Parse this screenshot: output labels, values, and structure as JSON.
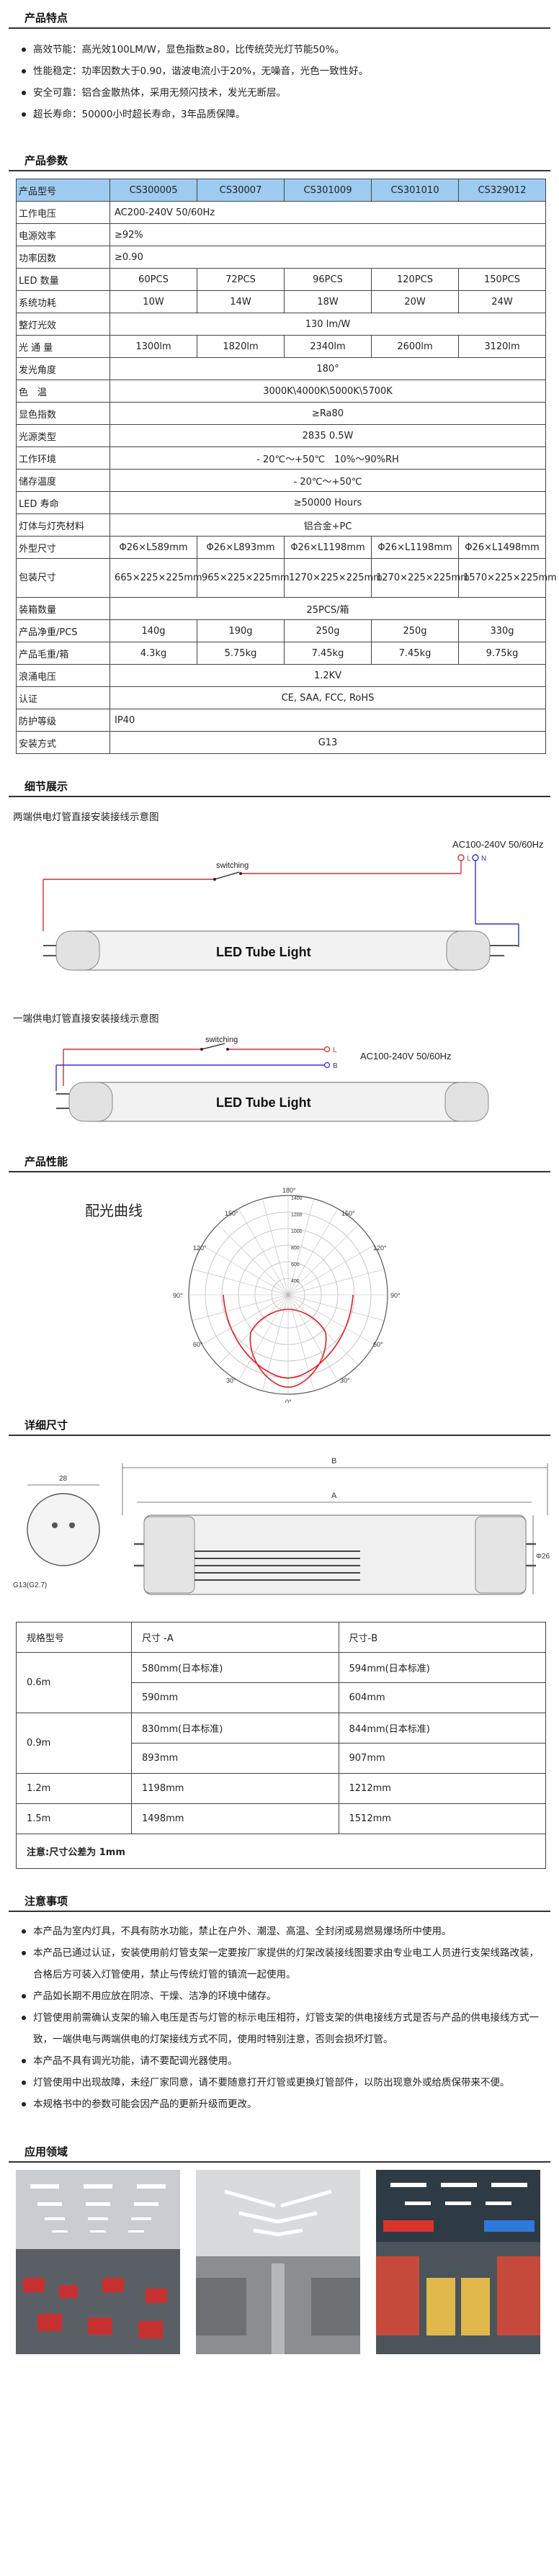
{
  "features": {
    "title": "产品特点",
    "items": [
      "高效节能：高光效100LM/W，显色指数≥80，比传统荧光灯节能50%。",
      "性能稳定：功率因数大于0.90，谐波电流小于20%，无噪音，光色一致性好。",
      "安全可靠：铝合金散热体，采用无频闪技术，发光无断层。",
      "超长寿命：50000小时超长寿命，3年品质保障。"
    ]
  },
  "params": {
    "title": "产品参数",
    "header": [
      "产品型号",
      "CS300005",
      "CS30007",
      "CS301009",
      "CS301010",
      "CS329012"
    ],
    "input_voltage": {
      "label": "工作电压",
      "value": "AC200-240V 50/60Hz"
    },
    "efficiency": {
      "label": "电源效率",
      "value": "≥92%"
    },
    "power_factor": {
      "label": "功率因数",
      "value": "≥0.90"
    },
    "led_count": {
      "label": "LED 数量",
      "values": [
        "60PCS",
        "72PCS",
        "96PCS",
        "120PCS",
        "150PCS"
      ]
    },
    "system_power": {
      "label": "系统功耗",
      "values": [
        "10W",
        "14W",
        "18W",
        "20W",
        "24W"
      ]
    },
    "luminous_efficacy": {
      "label": "整灯光效",
      "value": "130 lm/W"
    },
    "flux": {
      "label": "光 通 量",
      "values": [
        "1300lm",
        "1820lm",
        "2340lm",
        "2600lm",
        "3120lm"
      ]
    },
    "beam_angle": {
      "label": "发光角度",
      "value": "180°"
    },
    "color_temp": {
      "label": "色　温",
      "value": "3000K\\4000K\\5000K\\5700K"
    },
    "cri": {
      "label": "显色指数",
      "value": "≥Ra80"
    },
    "source_type": {
      "label": "光源类型",
      "value": "2835 0.5W"
    },
    "work_env": {
      "label": "工作环境",
      "value": "- 20℃～+50℃　10%～90%RH"
    },
    "storage_temp": {
      "label": "储存温度",
      "value": "- 20℃～+50℃"
    },
    "lifetime": {
      "label": "LED 寿命",
      "value": "≥50000 Hours"
    },
    "material": {
      "label": "灯体与灯壳材料",
      "value": "铝合金+PC"
    },
    "outer_size": {
      "label": "外型尺寸",
      "values": [
        "Φ26×L589mm",
        "Φ26×L893mm",
        "Φ26×L1198mm",
        "Φ26×L1198mm",
        "Φ26×L1498mm"
      ]
    },
    "pack_size": {
      "label": "包装尺寸",
      "values": [
        "665×225×225mm",
        "965×225×225mm",
        "1270×225×225mm",
        "1270×225×225mm",
        "1570×225×225mm"
      ]
    },
    "pack_qty": {
      "label": "装箱数量",
      "value": "25PCS/箱"
    },
    "net_weight": {
      "label": "产品净重/PCS",
      "values": [
        "140g",
        "190g",
        "250g",
        "250g",
        "330g"
      ]
    },
    "gross_weight": {
      "label": "产品毛重/箱",
      "values": [
        "4.3kg",
        "5.75kg",
        "7.45kg",
        "7.45kg",
        "9.75kg"
      ]
    },
    "surge": {
      "label": "浪涌电压",
      "value": "1.2KV"
    },
    "cert": {
      "label": "认证",
      "value": "CE, SAA, FCC, RoHS"
    },
    "ip": {
      "label": "防护等级",
      "value": "IP40"
    },
    "mount": {
      "label": "安装方式",
      "value": "G13"
    }
  },
  "details": {
    "title": "细节展示",
    "caption1": "两端供电灯管直接安装接线示意图",
    "caption2": "一端供电灯管直接安装接线示意图",
    "voltage1": "AC100-240V 50/60Hz",
    "voltage2": "AC100-240V 50/60Hz",
    "switch_label": "switching",
    "tube_label": "LED Tube Light",
    "L": "L",
    "N": "N",
    "B": "B"
  },
  "performance": {
    "title": "产品性能",
    "curve_title": "配光曲线",
    "angles_top": [
      "180°",
      "150°",
      "120°",
      "90°",
      "60°",
      "30°",
      "0°"
    ],
    "ring_labels": [
      "400",
      "600",
      "800",
      "1000",
      "1200",
      "1400"
    ]
  },
  "size": {
    "title": "详细尺寸",
    "dia": "28",
    "cap_label": "G13(G2.7)",
    "dim_A": "A",
    "dim_B": "B",
    "dim_h": "Φ26",
    "header": [
      "规格型号",
      "尺寸 -A",
      "尺寸-B"
    ],
    "rows": [
      {
        "model": "0.6m",
        "a1": "580mm(日本标准)",
        "b1": "594mm(日本标准)",
        "a2": "590mm",
        "b2": "604mm"
      },
      {
        "model": "0.9m",
        "a1": "830mm(日本标准)",
        "b1": "844mm(日本标准)",
        "a2": "893mm",
        "b2": "907mm"
      }
    ],
    "single_rows": [
      {
        "model": "1.2m",
        "a": "1198mm",
        "b": "1212mm"
      },
      {
        "model": "1.5m",
        "a": "1498mm",
        "b": "1512mm"
      }
    ],
    "note": "注意:尺寸公差为 1mm"
  },
  "notes": {
    "title": "注意事项",
    "items": [
      "本产品为室内灯具，不具有防水功能，禁止在户外、潮湿、高温、全封闭或易燃易爆场所中使用。",
      "本产品已通过认证，安装使用前灯管支架一定要按厂家提供的灯架改装接线图要求由专业电工人员进行支架线路改装，合格后方可装入灯管使用，禁止与传统灯管的镇流一起使用。",
      "产品如长期不用应放在阴凉、干燥、洁净的环境中储存。",
      "灯管使用前需确认支架的输入电压是否与灯管的标示电压相符，灯管支架的供电接线方式是否与产品的供电接线方式一致，一端供电与两端供电的灯架接线方式不同，使用时特别注意，否则会损坏灯管。",
      "本产品不具有调光功能，请不要配调光器使用。",
      "灯管使用中出现故障，未经厂家同意，请不要随意打开灯管或更换灯管部件，以防出现意外或给质保带来不便。",
      "本规格书中的参数可能会因产品的更新升级而更改。"
    ]
  },
  "applications": {
    "title": "应用领域"
  }
}
